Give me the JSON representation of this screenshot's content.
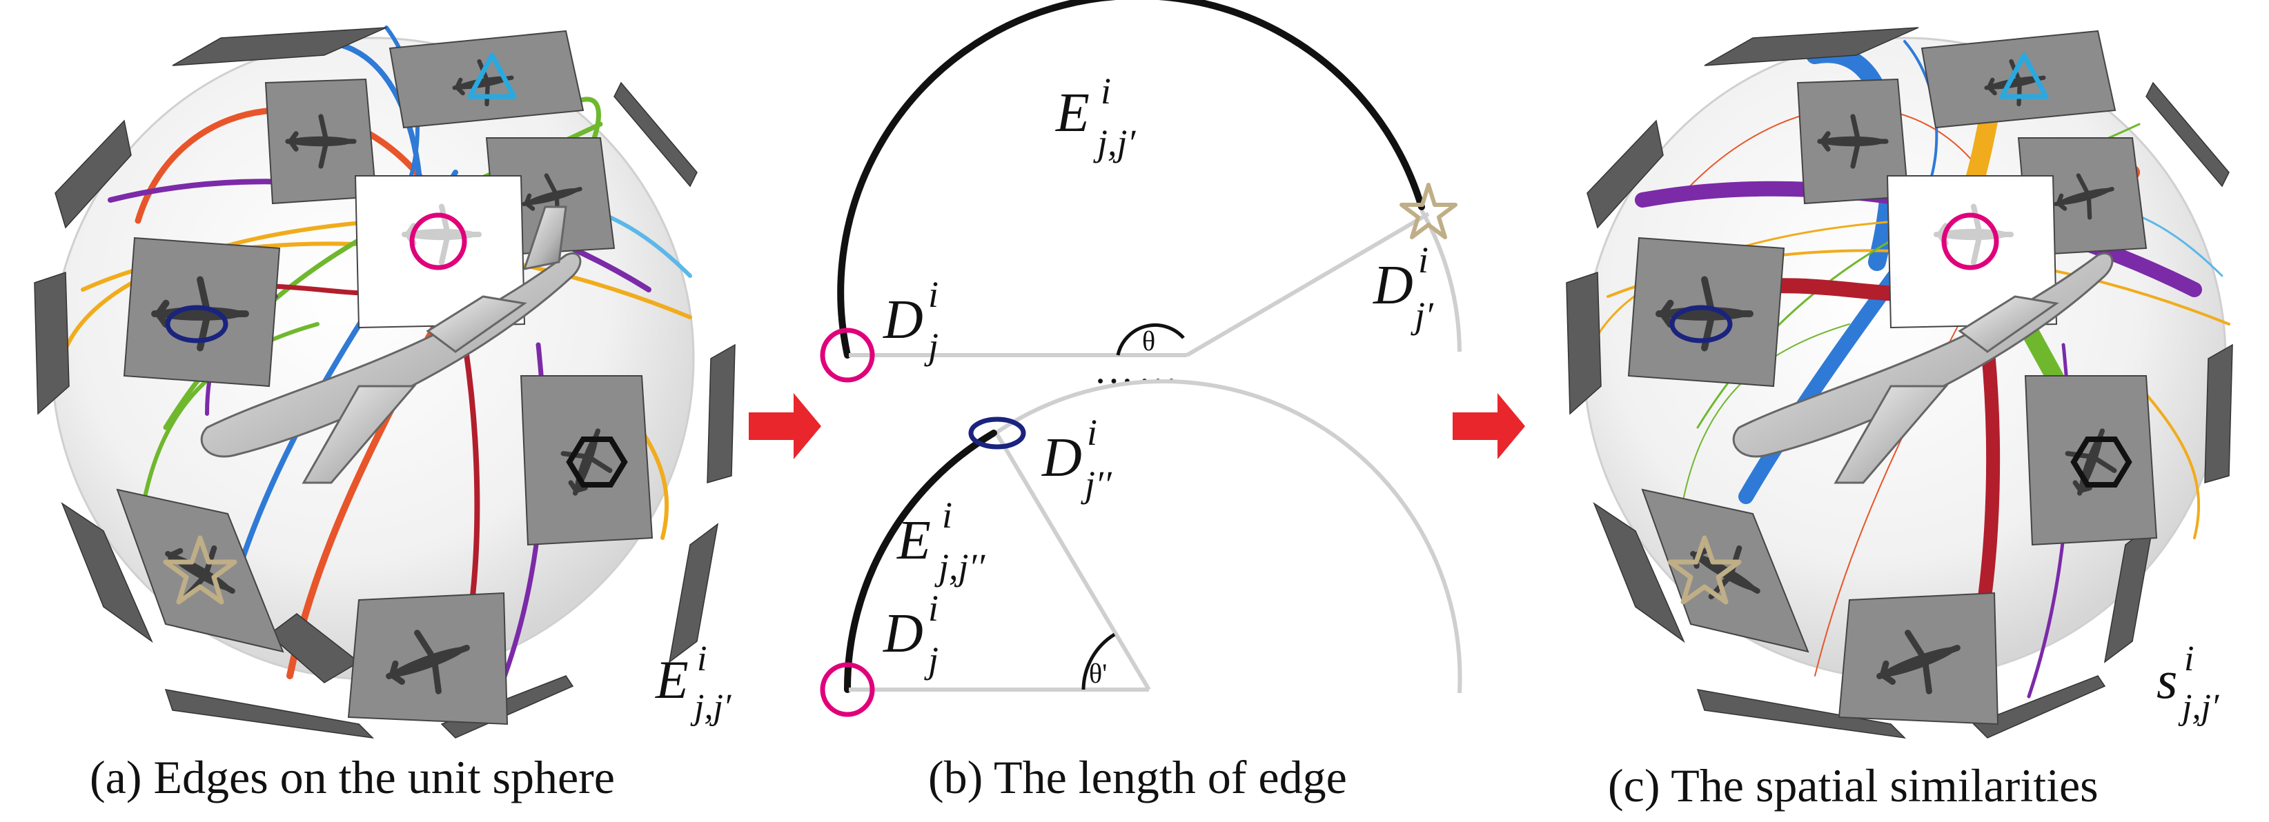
{
  "captions": {
    "a": "(a) Edges on the unit sphere",
    "b": "(b) The length of  edge",
    "c": "(c) The spatial similarities"
  },
  "labels": {
    "a_edge": {
      "base": "E",
      "sup": "i",
      "sub": "j,j′"
    },
    "b_arc_top": {
      "base": "E",
      "sup": "i",
      "sub": "j,j′"
    },
    "b_dj_top": {
      "base": "D",
      "sup": "i",
      "sub": "j"
    },
    "b_djp": {
      "base": "D",
      "sup": "i",
      "sub": "j′"
    },
    "b_djpp": {
      "base": "D",
      "sup": "i",
      "sub": "j′′"
    },
    "b_arc_bottom": {
      "base": "E",
      "sup": "i",
      "sub": "j,j′′"
    },
    "b_dj_bottom": {
      "base": "D",
      "sup": "i",
      "sub": "j"
    },
    "b_theta": "θ",
    "b_theta_prime": "θ'",
    "b_dots": "……",
    "c_sim": {
      "base": "s",
      "sup": "i",
      "sub": "j,j′"
    }
  },
  "colors": {
    "marker_magenta": "#e0007a",
    "marker_navy": "#1a237e",
    "marker_star": "#bfae86",
    "marker_triangle": "#29a9e0",
    "arrow_red": "#e8262b",
    "arc_black": "#111111",
    "arc_grey": "#cfcfcf"
  },
  "icons": [
    "circle-marker-icon",
    "ellipse-marker-icon",
    "star-marker-icon",
    "triangle-marker-icon",
    "hexagon-marker-icon",
    "airplane-icon",
    "right-arrow-icon"
  ]
}
